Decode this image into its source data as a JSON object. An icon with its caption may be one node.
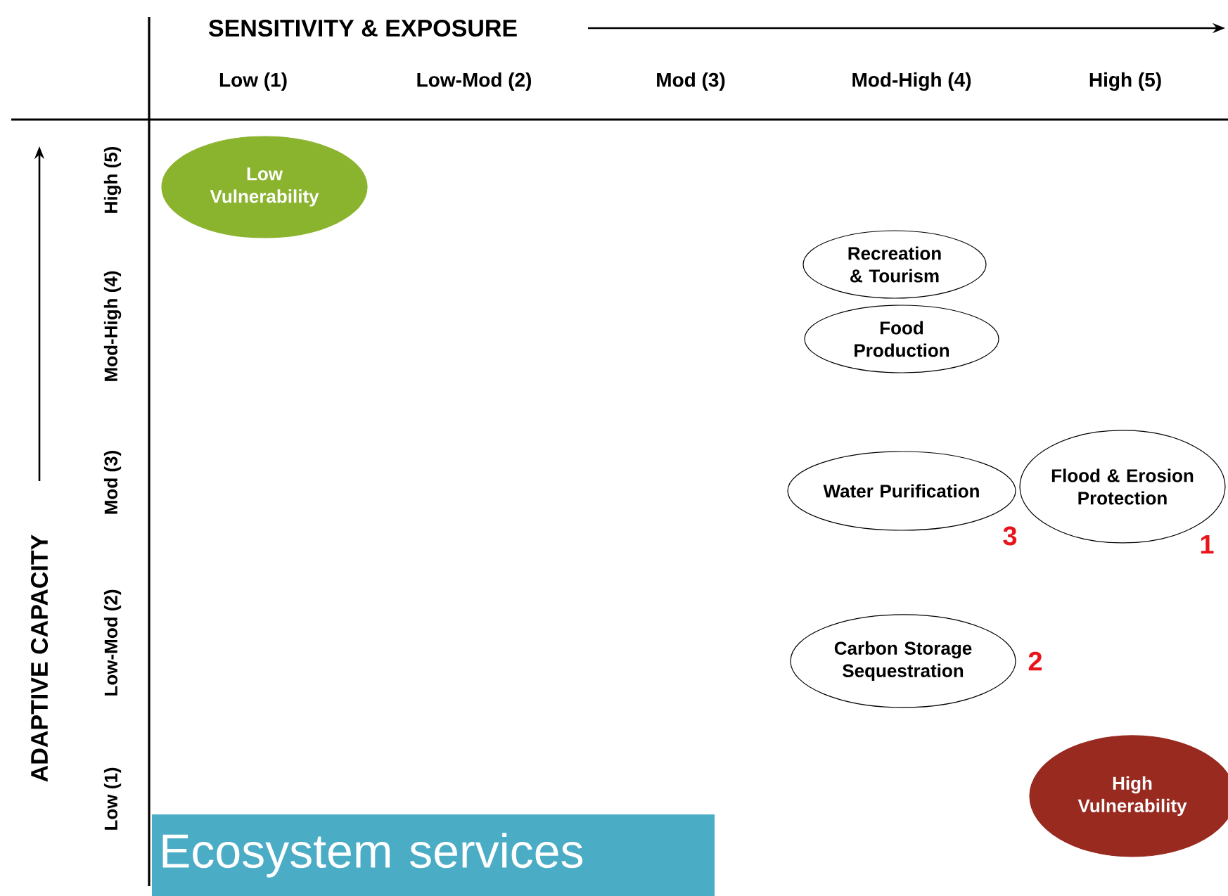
{
  "diagram": {
    "nodes": [
      {
        "text": [
          "Low Vulnerability"
        ]
      },
      {
        "text": [
          "Recreation & Tourism"
        ]
      },
      {
        "text": [
          "Food Production"
        ]
      },
      {
        "text": [
          "Water Purification"
        ],
        "beside": [
          "3"
        ]
      },
      {
        "text": [
          "Flood & Erosion Protection"
        ],
        "beside": [
          "1"
        ]
      },
      {
        "text": [
          "Carbon Storage Sequestration"
        ],
        "beside": [
          "2"
        ]
      },
      {
        "text": [
          "High Vulnerability"
        ]
      },
      {
        "text": [
          "Ecosystem services"
        ]
      }
    ],
    "labels": [
      "SENSITIVITY & EXPOSURE",
      "Low (1)",
      "Low-Mod (2)",
      "Mod (3)",
      "Mod-High (4)",
      "High (5)",
      "ADAPTIVE CAPACITY",
      "High (5)",
      "Mod-High (4)",
      "Mod (3)",
      "Low-Mod (2)",
      "Low (1)"
    ]
  }
}
